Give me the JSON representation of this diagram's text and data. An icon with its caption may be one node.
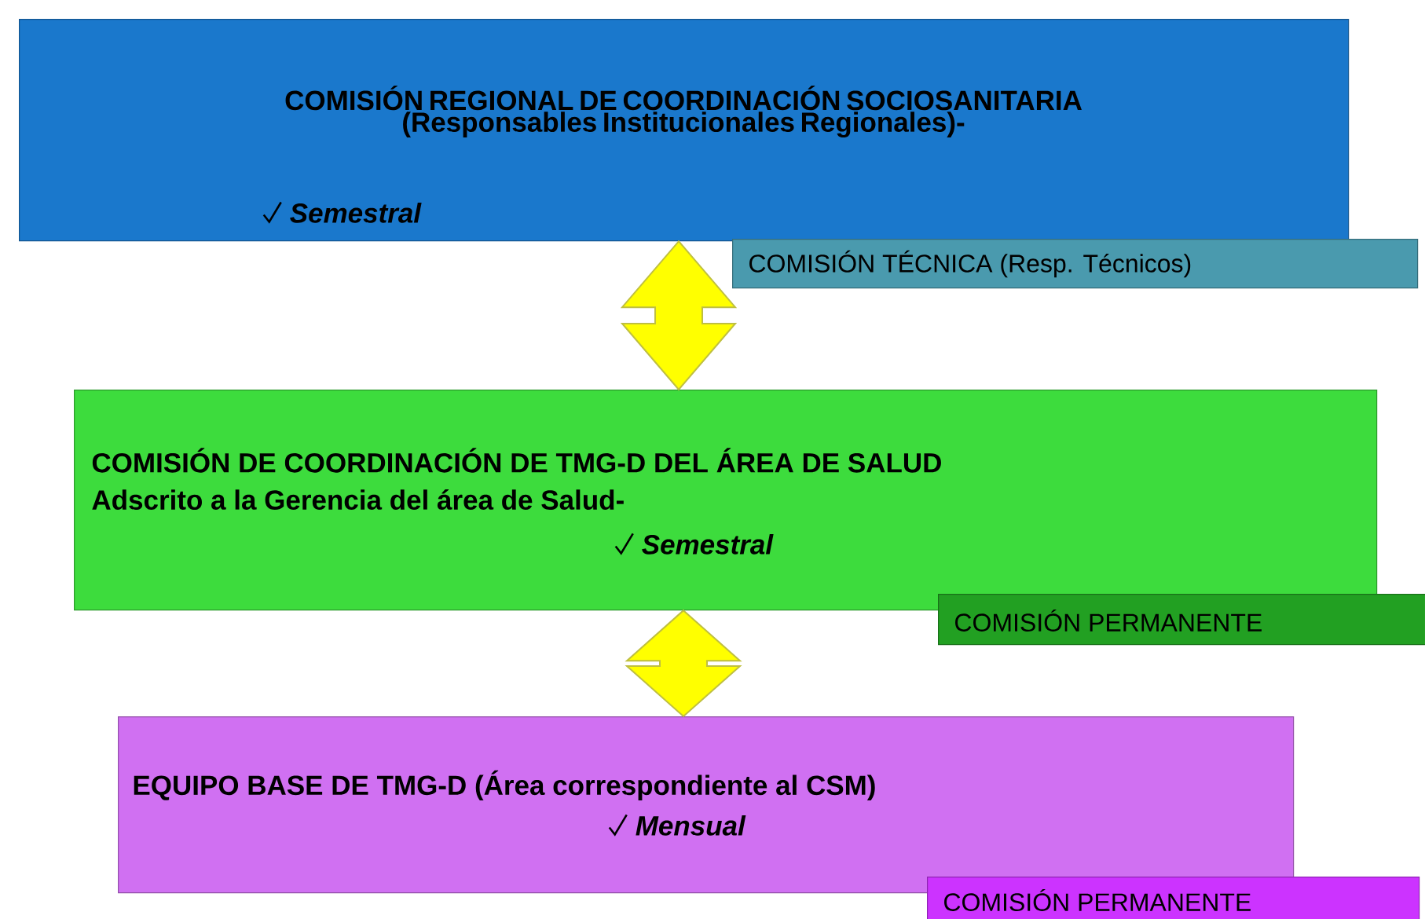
{
  "diagram": {
    "nodes": [
      {
        "text": [
          "COMISIÓN REGIONAL DE COORDINACIÓN SOCIOSANITARIA (Responsables Institucionales Regionales)-",
          "Semestral"
        ]
      },
      {
        "text": [
          "COMISIÓN TÉCNICA (Resp. Técnicos)"
        ]
      },
      {
        "text": [
          "COMISIÓN DE COORDINACIÓN DE TMG-D DEL ÁREA DE SALUD",
          "Adscrito a la Gerencia del área de Salud-",
          "Semestral"
        ]
      },
      {
        "text": [
          "COMISIÓN PERMANENTE"
        ]
      },
      {
        "text": [
          "EQUIPO BASE DE TMG-D  (Área correspondiente al CSM)",
          "Mensual"
        ]
      },
      {
        "text": [
          "COMISIÓN PERMANENTE"
        ]
      }
    ],
    "edges": [
      {
        "from": 0,
        "to": 2,
        "arrow": "both"
      },
      {
        "from": 2,
        "to": 4,
        "arrow": "both"
      }
    ]
  }
}
